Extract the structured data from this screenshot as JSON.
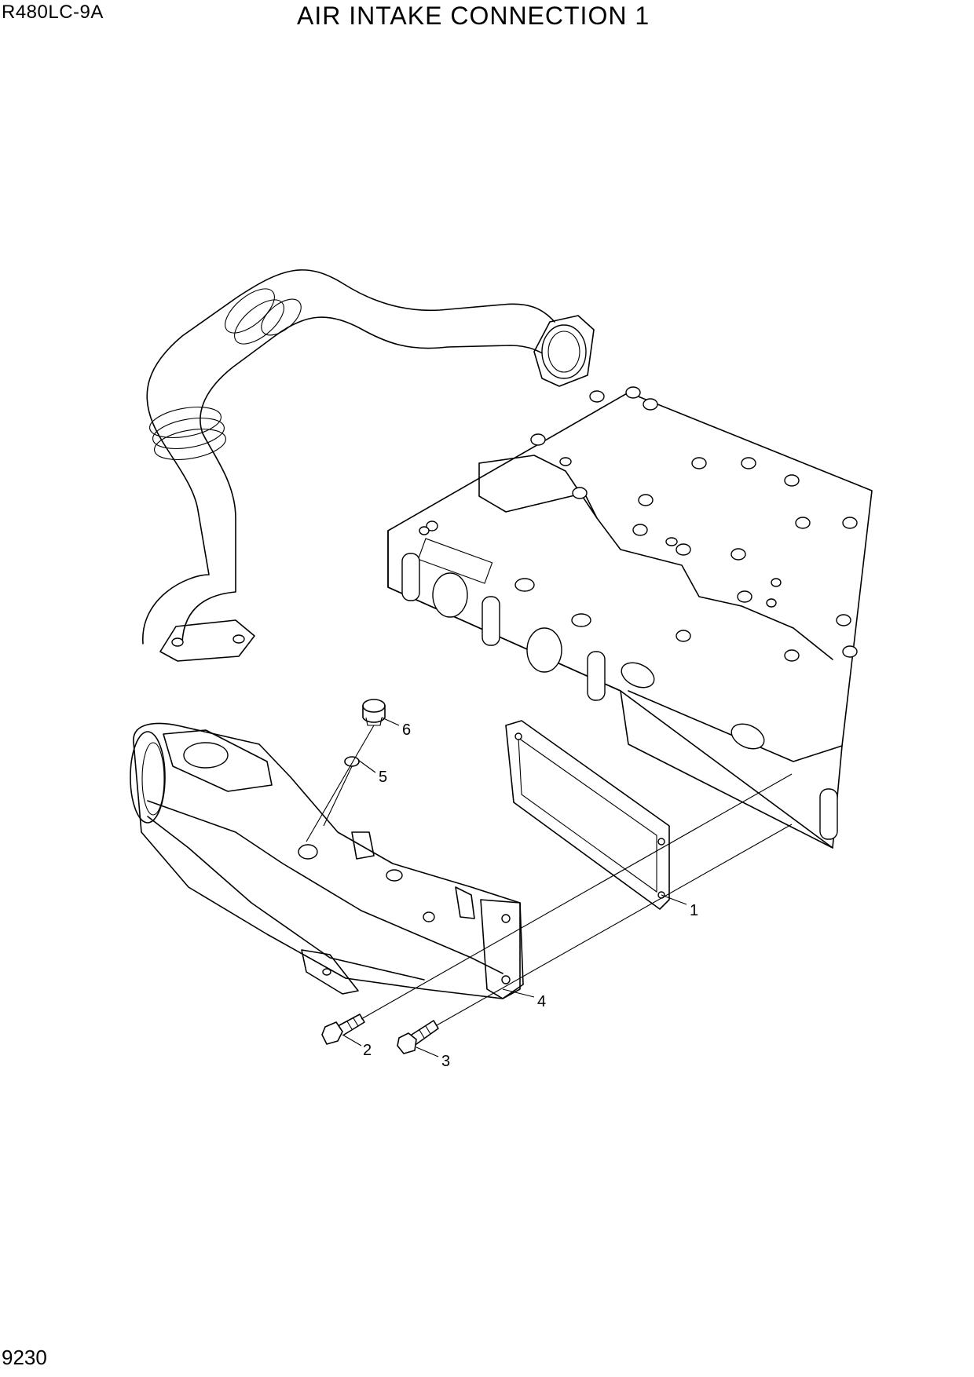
{
  "header": {
    "model": "R480LC-9A",
    "title": "AIR INTAKE CONNECTION 1"
  },
  "footer": {
    "page_number": "9230"
  },
  "callouts": [
    "1",
    "2",
    "3",
    "4",
    "5",
    "6"
  ]
}
